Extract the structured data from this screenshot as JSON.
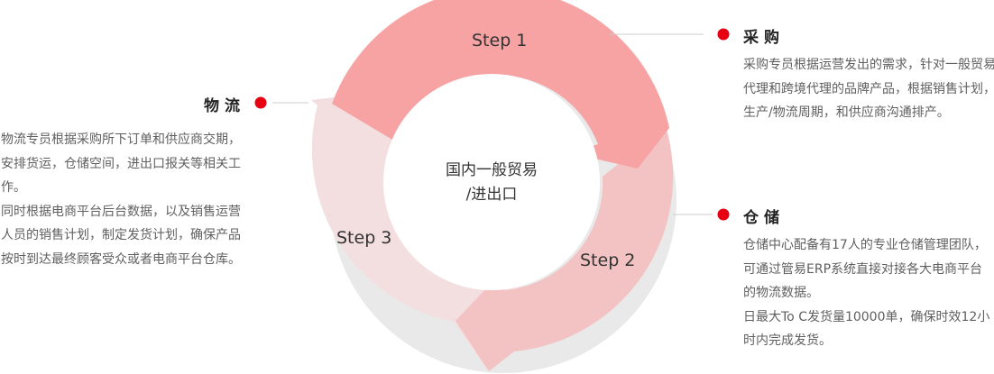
{
  "center": {
    "line1": "国内一般贸易",
    "line2": "/进出口"
  },
  "steps": [
    "Step 1",
    "Step 2",
    "Step 3"
  ],
  "colors": {
    "arc1": "#f7a3a4",
    "arc2": "#f3c3c4",
    "arc3": "#f4dfe0",
    "shadow": "#e9e9e9",
    "dot": "#e60012",
    "line": "#cccccc"
  },
  "sections": {
    "procurement": {
      "title": "采购",
      "text": [
        "采购专员根据运营发出的需求，针对一般贸易代理和跨境代理的品牌产品，根据销售计划，生产/物流周期，和供应商沟通排产。"
      ]
    },
    "warehouse": {
      "title": "仓储",
      "text": [
        "仓储中心配备有17人的专业仓储管理团队，可通过管易ERP系统直接对接各大电商平台的物流数据。",
        "日最大To C发货量10000单，确保时效12小时内完成发货。"
      ]
    },
    "logistics": {
      "title": "物流",
      "text": [
        "物流专员根据采购所下订单和供应商交期，安排货运，仓储空间，进出口报关等相关工作。",
        "同时根据电商平台后台数据，以及销售运营人员的销售计划，制定发货计划，确保产品按时到达最终顾客受众或者电商平台仓库。"
      ]
    }
  }
}
